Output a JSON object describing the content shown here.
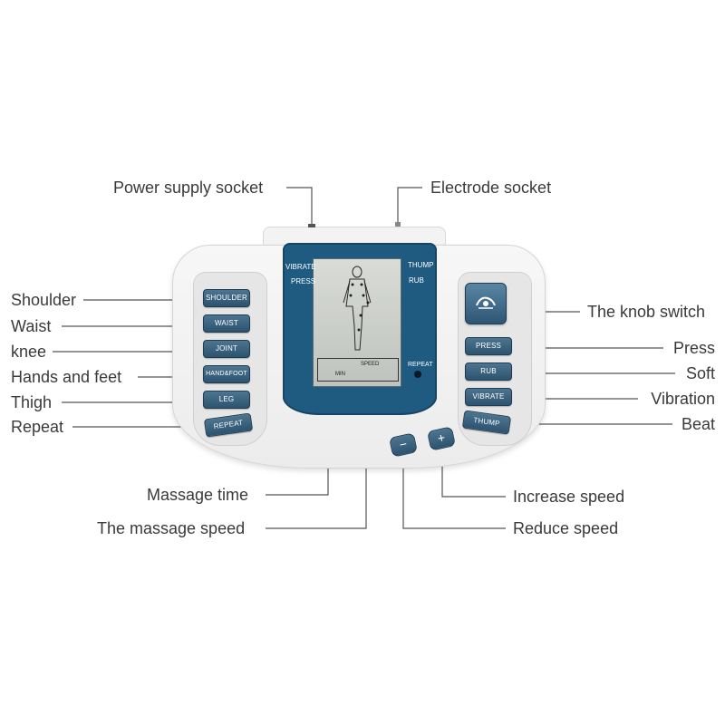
{
  "callouts": {
    "power_supply_socket": "Power supply socket",
    "electrode_socket": "Electrode socket",
    "shoulder": "Shoulder",
    "waist": "Waist",
    "knee": "knee",
    "hands_and_feet": "Hands and feet",
    "thigh": "Thigh",
    "repeat": "Repeat",
    "knob_switch": "The knob switch",
    "press": "Press",
    "soft": "Soft",
    "vibration": "Vibration",
    "beat": "Beat",
    "massage_time": "Massage time",
    "massage_speed": "The massage speed",
    "increase_speed": "Increase speed",
    "reduce_speed": "Reduce speed"
  },
  "device": {
    "left_buttons": [
      "SHOULDER",
      "WAIST",
      "JOINT",
      "HAND&FOOT",
      "LEG",
      "REPEAT"
    ],
    "right_buttons": [
      "PRESS",
      "RUB",
      "VIBRATE",
      "THUMP"
    ],
    "screen": {
      "vibrate": "VIBRATE",
      "press": "PRESS",
      "thump": "THUMP",
      "rub": "RUB",
      "repeat": "REPEAT",
      "speed": "SPEED",
      "min": "MIN"
    },
    "minus": "−",
    "plus": "+",
    "knob_icon": "knob-switch-icon",
    "body_figure_icon": "human-figure-icon"
  },
  "colors": {
    "button_blue": "#2c536f",
    "screen_blue": "#1f5a80",
    "leader_line": "#555555"
  }
}
